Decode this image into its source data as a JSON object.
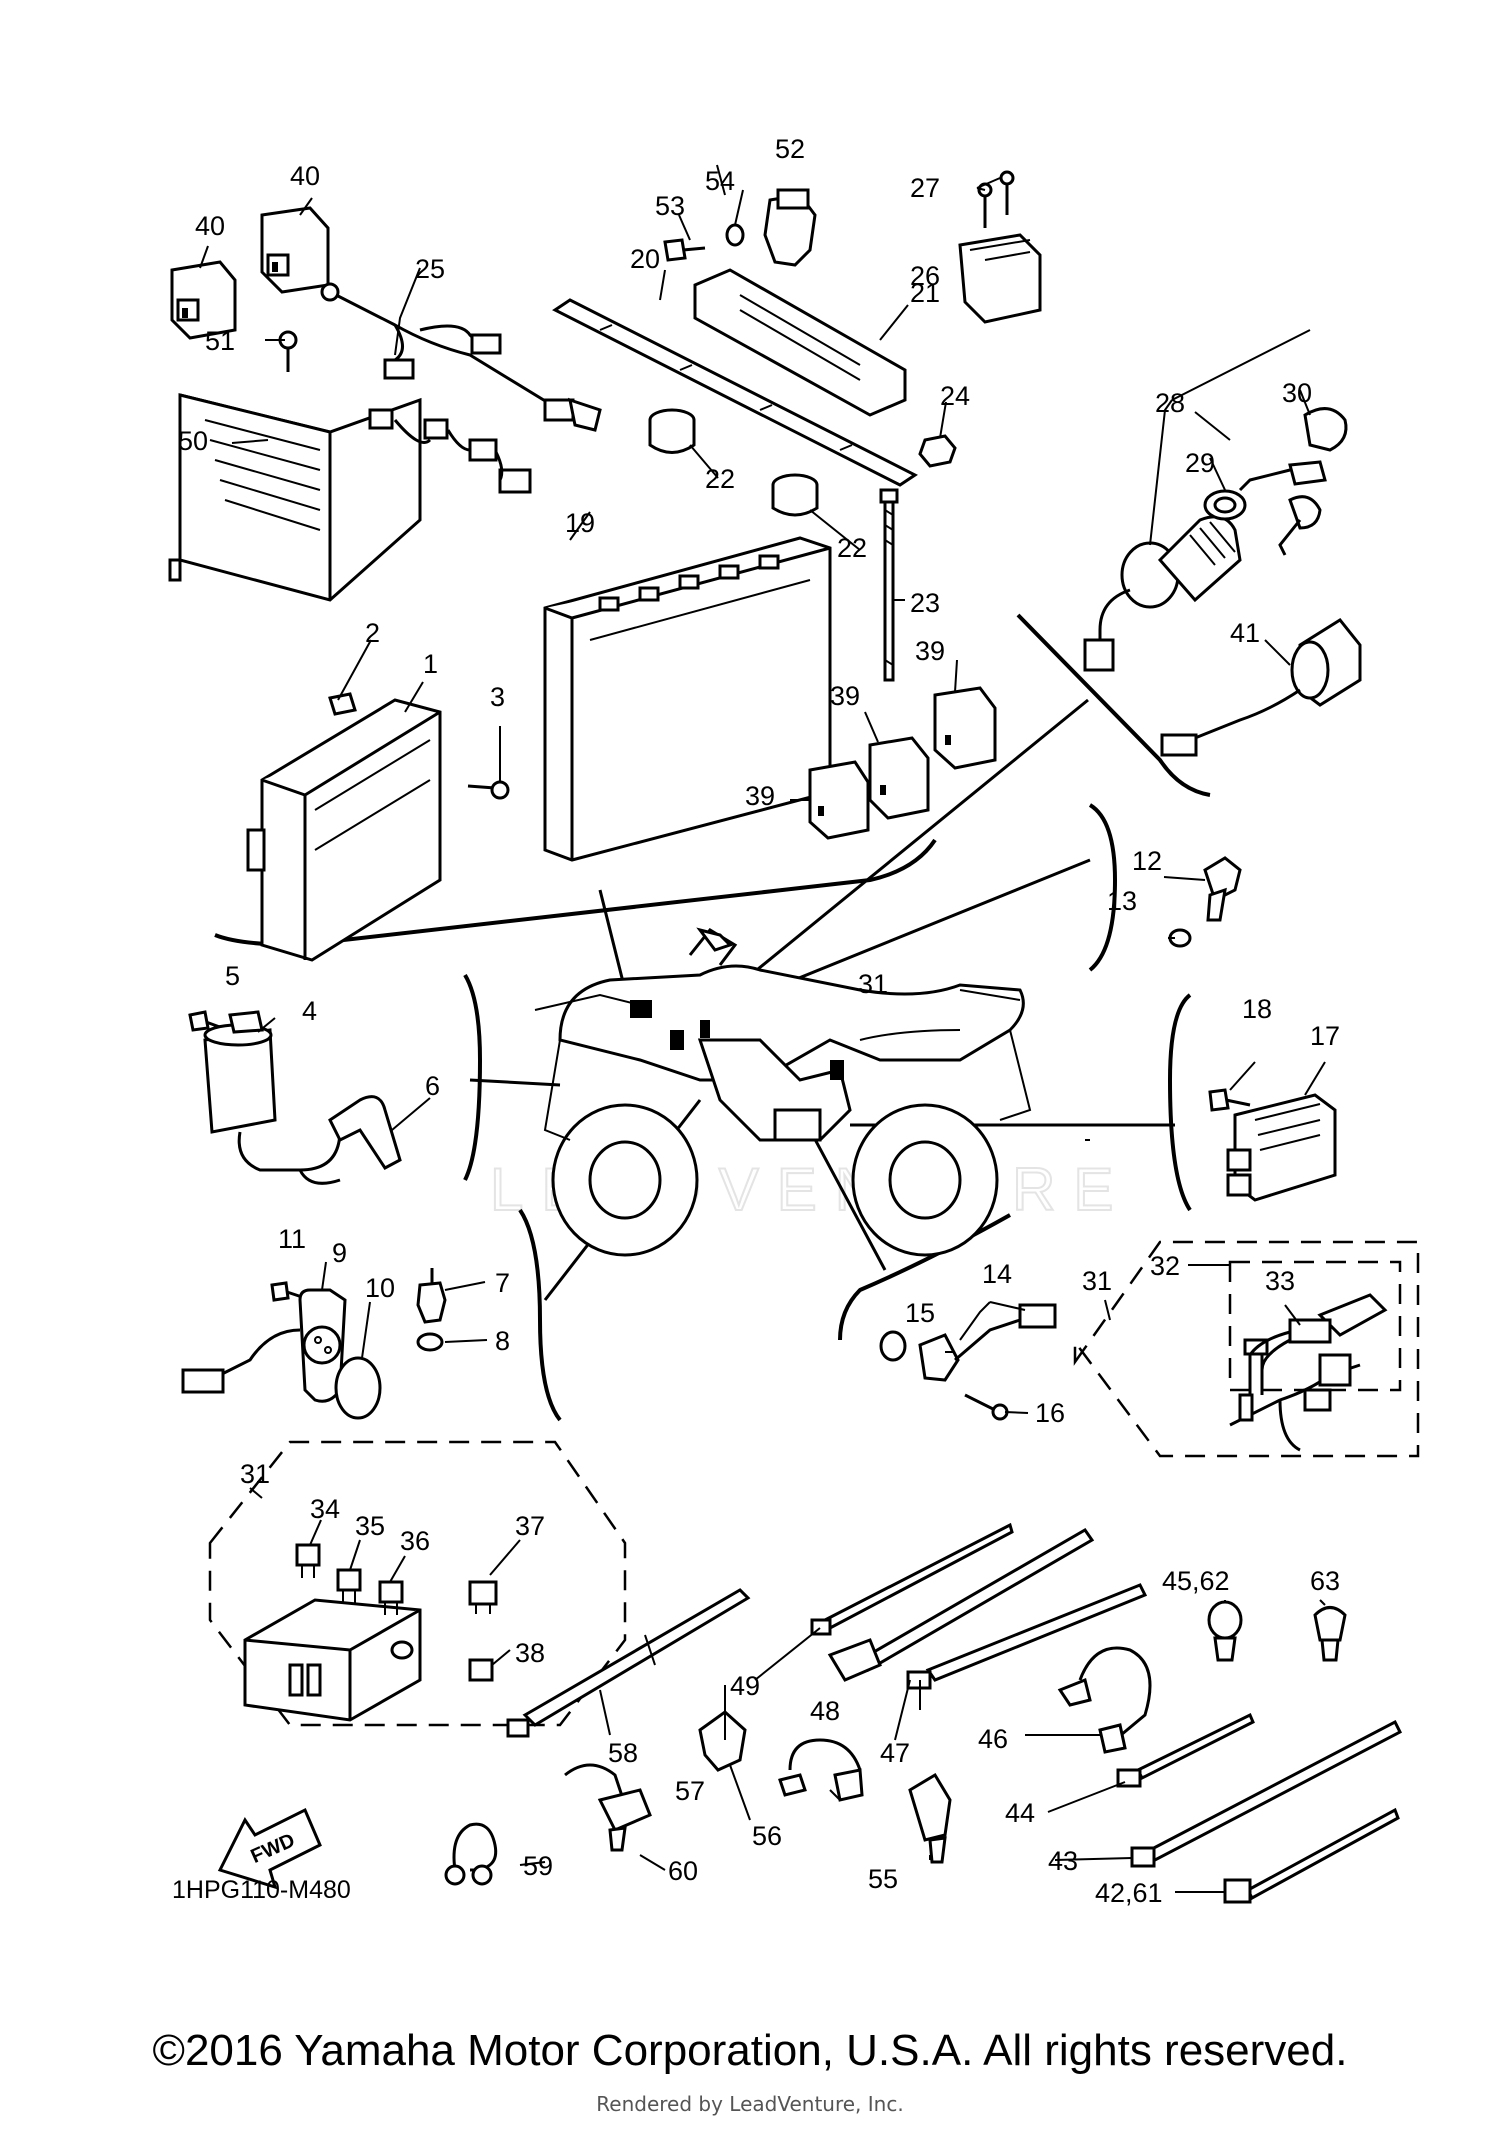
{
  "diagram": {
    "drawing_code": "1HPG110-M480",
    "fwd_label": "FWD",
    "watermark": "LEADVENTURE",
    "copyright": "©2016 Yamaha Motor Corporation, U.S.A. All rights reserved.",
    "rendered_by": "Rendered by LeadVenture, Inc.",
    "callouts": {
      "c1": "1",
      "c2": "2",
      "c3": "3",
      "c4": "4",
      "c5": "5",
      "c6": "6",
      "c7": "7",
      "c8": "8",
      "c9": "9",
      "c10": "10",
      "c11": "11",
      "c12": "12",
      "c13": "13",
      "c14": "14",
      "c15": "15",
      "c16": "16",
      "c17": "17",
      "c18": "18",
      "c19": "19",
      "c20": "20",
      "c21": "21",
      "c22a": "22",
      "c22b": "22",
      "c23": "23",
      "c24": "24",
      "c25": "25",
      "c26": "26",
      "c27": "27",
      "c28": "28",
      "c29": "29",
      "c30": "30",
      "c31a": "31",
      "c31b": "31",
      "c31c": "31",
      "c32": "32",
      "c33": "33",
      "c34": "34",
      "c35": "35",
      "c36": "36",
      "c37": "37",
      "c38": "38",
      "c39a": "39",
      "c39b": "39",
      "c39c": "39",
      "c40a": "40",
      "c40b": "40",
      "c41": "41",
      "c42": "42,61",
      "c43": "43",
      "c44": "44",
      "c45": "45,62",
      "c46": "46",
      "c47": "47",
      "c48": "48",
      "c49": "49",
      "c50": "50",
      "c51": "51",
      "c52": "52",
      "c53": "53",
      "c54": "54",
      "c55": "55",
      "c56": "56",
      "c57": "57",
      "c58": "58",
      "c59": "59",
      "c60": "60",
      "c63": "63"
    }
  }
}
